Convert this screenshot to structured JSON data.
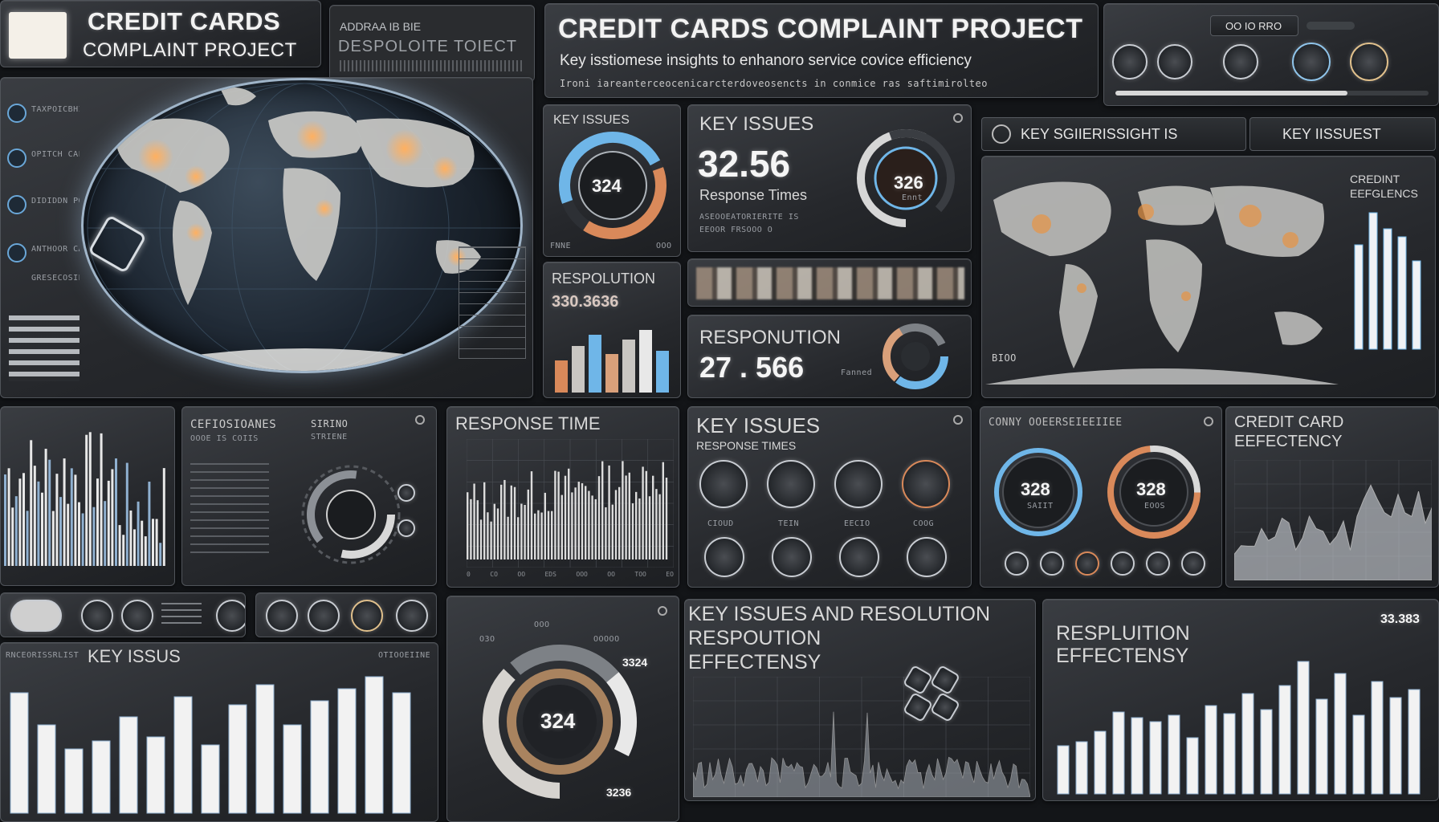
{
  "header": {
    "logo_title_line1": "CREDIT CARDS",
    "logo_title_line2": "COMPLAINT PROJECT",
    "crumb_line1": "ADDRAA IB BIE",
    "crumb_line2": "DESPOLOITE TOIECT",
    "main_title": "CREDIT CARDS COMPLAINT PROJECT",
    "subtitle": "Key isstiomese insights to enhanoro service covice efficiency",
    "tagline": "Ironi iareanterceocenicarcterdoveosencts in conmice ras saftimirolteo",
    "pill_label": "OO IO RRO"
  },
  "left_nav": {
    "items": [
      "TAXPOICBHIKE",
      "OPITCH CALBS",
      "DIDIDDN POE",
      "ANTHOOR CAES",
      "GRESECOSIEOS"
    ]
  },
  "key_issues_small": {
    "title": "KEY ISSUES",
    "value": "324",
    "foot_left": "FNNE",
    "foot_right": "OOO"
  },
  "key_issues_main": {
    "title": "KEY ISSUES",
    "value": "32.56",
    "label": "Response Times",
    "fine": "ASEOOEATORIERITE IS",
    "fine2": "EEOOR FRSOOO O",
    "ring_value": "326",
    "ring_sub": "Ennt"
  },
  "resolution_small": {
    "title": "RESPOLUTION",
    "value": "330.3636"
  },
  "resolution_card": {
    "title": "RESPONUTION",
    "value": "27 . 566",
    "unit": "Fanned"
  },
  "insights_tabs": {
    "tab1": "KEY SGIIERISSIGHT IS",
    "tab2": "KEY IISSUEST"
  },
  "world_map_right": {
    "side_title_1": "CREDINT",
    "side_title_2": "EEFGLENCS",
    "corner": "BIOO"
  },
  "response_time": {
    "title": "RESPONSE TIME",
    "ticks": [
      "0",
      "CO",
      "OO",
      "EDS",
      "OOO",
      "OO",
      "TOO",
      "EO"
    ]
  },
  "key_issues_grid": {
    "title": "KEY ISSUES",
    "subtitle": "RESPONSE TIMES",
    "labels": [
      "CIOUD",
      "TEIN",
      "EECIO",
      "COOG"
    ]
  },
  "gauges": {
    "title": "CONNY OOEERSEIEEIIEE",
    "g1_value": "328",
    "g1_sub": "SAIIT",
    "g2_value": "328",
    "g2_sub": "EOOS"
  },
  "credit_card_eff": {
    "title_1": "CREDIT CARD",
    "title_2": "EEFECTENCY"
  },
  "mini_panel": {
    "title_1": "CEFIOSIOANES",
    "title_2": "OOOE IS COIIS",
    "right_1": "SIRINO",
    "right_2": "STRIENE"
  },
  "key_issues_bars": {
    "title": "KEY ISSUS",
    "prefix": "RNCEORISSRLIST",
    "right_tag": "OTIOOEIINE"
  },
  "donut_card": {
    "value": "324",
    "top_label": "OOO",
    "right_value": "3324",
    "bottom_value": "3236",
    "tag": "O3O",
    "tag2": "OOOOO"
  },
  "resolution_efficiency": {
    "title_1": "KEY ISSUES AND RESOLUTION",
    "title_2": "RESPOUTION",
    "title_3": "EFFECTENSY"
  },
  "resp_eff": {
    "title_1": "RESPLUITION",
    "title_2": "EFFECTENSY",
    "value": "33.383"
  },
  "colors": {
    "accent_blue": "#6fb6e8",
    "accent_orange": "#d9895a",
    "panel_border": "#50545a",
    "bar_white": "#f2f2f2"
  }
}
